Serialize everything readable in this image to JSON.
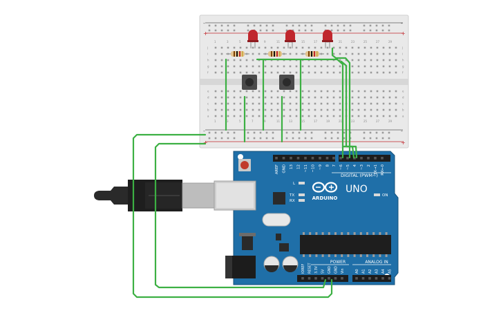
{
  "breadboard": {
    "row_letters_top": [
      "j",
      "i",
      "h",
      "g",
      "f"
    ],
    "row_letters_bottom": [
      "e",
      "d",
      "c",
      "b",
      "a"
    ],
    "column_numbers": [
      "1",
      "3",
      "5",
      "7",
      "9",
      "11",
      "13",
      "15",
      "17",
      "19",
      "21",
      "23",
      "25",
      "27",
      "29"
    ],
    "rail_plus": "+",
    "rail_minus": "-"
  },
  "arduino": {
    "logo_text": "ARDUINO",
    "model_text": "UNO",
    "digital_label": "DIGITAL (PWM~)",
    "power_label": "POWER",
    "analog_label": "ANALOG IN",
    "on_label": "ON",
    "tx_label": "TX",
    "rx_label": "RX",
    "l_label": "L",
    "top_pins": [
      "AREF",
      "GND",
      "13",
      "12",
      "~11",
      "~10",
      "~9",
      "8",
      "7",
      "~6",
      "~5",
      "4",
      "~3",
      "2",
      "TX→1",
      "RX←0"
    ],
    "power_pins": [
      "IOREF",
      "RESET",
      "3.3V",
      "5V",
      "GND",
      "GND",
      "Vin"
    ],
    "analog_pins": [
      "A0",
      "A1",
      "A2",
      "A3",
      "A4",
      "A5"
    ]
  },
  "components": {
    "leds": [
      "led-1",
      "led-2",
      "led-3"
    ],
    "resistors": [
      "resistor-1",
      "resistor-2",
      "resistor-3"
    ],
    "buttons": [
      "pushbutton-1",
      "pushbutton-2"
    ]
  },
  "colors": {
    "wire": "#3cb043",
    "board": "#1f6fa8",
    "led": "#c0272d",
    "breadboard": "#e9e9e9"
  }
}
